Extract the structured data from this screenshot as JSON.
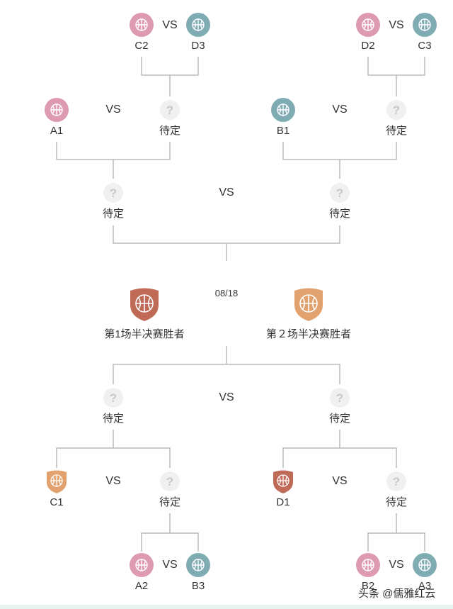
{
  "colors": {
    "pink": "#de9aae",
    "teal": "#7fabb3",
    "tbd": "#f0f0f0",
    "line": "#bbbbbb",
    "shield_dark": "#c06a58",
    "shield_light": "#e2a26f"
  },
  "vs_label": "VS",
  "tbd_label": "待定",
  "date": "08/18",
  "final": {
    "left_label": "第1场半决赛胜者",
    "right_label": "第２场半决赛胜者"
  },
  "top": {
    "r1_left": {
      "a": "C2",
      "b": "D3"
    },
    "r1_right": {
      "a": "D2",
      "b": "C3"
    },
    "qf_left": {
      "seed": "A1"
    },
    "qf_right": {
      "seed": "B1"
    }
  },
  "bottom": {
    "qf_left": {
      "seed": "C1"
    },
    "qf_right": {
      "seed": "D1"
    },
    "r1_left": {
      "a": "A2",
      "b": "B3"
    },
    "r1_right": {
      "a": "B2",
      "b": "A3"
    }
  },
  "watermark": "头条 @儒雅红云"
}
